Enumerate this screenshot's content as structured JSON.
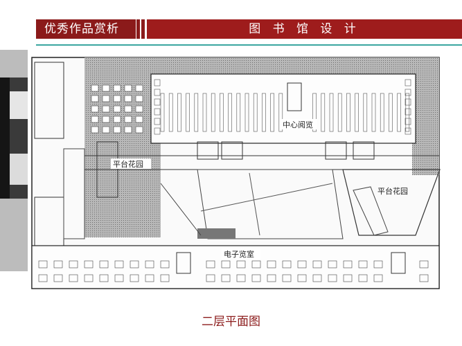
{
  "header": {
    "section_title": "优秀作品赏析",
    "topic_title": "图 书 馆 设 计"
  },
  "plan": {
    "labels": {
      "central_reading": "中心阅览",
      "terrace_garden_left": "平台花园",
      "terrace_garden_right": "平台花园",
      "e_reading_room": "电子览室"
    }
  },
  "caption": "二层平面图",
  "colors": {
    "header_red": "#9e1c1c",
    "accent_teal": "#3aa6a0",
    "hatch_gray": "#9a9a9a"
  }
}
